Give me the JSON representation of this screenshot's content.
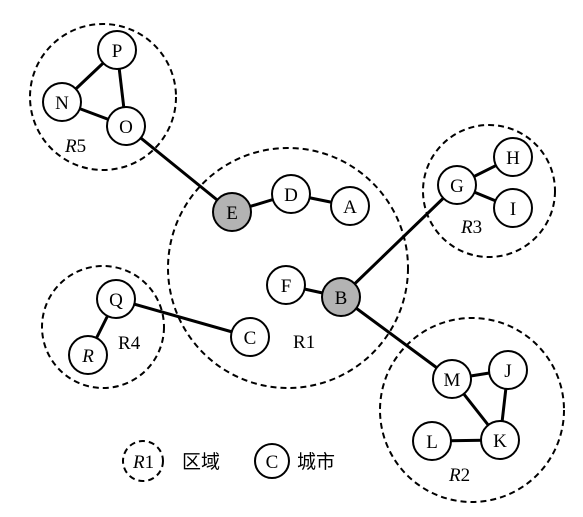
{
  "regions": [
    {
      "id": "R5",
      "prefix": "R",
      "num": "5"
    },
    {
      "id": "R1",
      "prefix": "R",
      "num": "1"
    },
    {
      "id": "R3",
      "prefix": "R",
      "num": "3"
    },
    {
      "id": "R4",
      "prefix": "R",
      "num": "4"
    },
    {
      "id": "R2",
      "prefix": "R",
      "num": "2"
    }
  ],
  "cities": [
    {
      "id": "P",
      "label": "P",
      "filled": false
    },
    {
      "id": "N",
      "label": "N",
      "filled": false
    },
    {
      "id": "O",
      "label": "O",
      "filled": false
    },
    {
      "id": "E",
      "label": "E",
      "filled": true
    },
    {
      "id": "D",
      "label": "D",
      "filled": false
    },
    {
      "id": "A",
      "label": "A",
      "filled": false
    },
    {
      "id": "F",
      "label": "F",
      "filled": false
    },
    {
      "id": "B",
      "label": "B",
      "filled": true
    },
    {
      "id": "G",
      "label": "G",
      "filled": false
    },
    {
      "id": "H",
      "label": "H",
      "filled": false
    },
    {
      "id": "I",
      "label": "I",
      "filled": false
    },
    {
      "id": "Q",
      "label": "Q",
      "filled": false
    },
    {
      "id": "R",
      "label": "R",
      "filled": false
    },
    {
      "id": "C",
      "label": "C",
      "filled": false
    },
    {
      "id": "M",
      "label": "M",
      "filled": false
    },
    {
      "id": "J",
      "label": "J",
      "filled": false
    },
    {
      "id": "K",
      "label": "K",
      "filled": false
    },
    {
      "id": "L",
      "label": "L",
      "filled": false
    }
  ],
  "edges": [
    [
      "P",
      "N"
    ],
    [
      "P",
      "O"
    ],
    [
      "N",
      "O"
    ],
    [
      "O",
      "E"
    ],
    [
      "E",
      "D"
    ],
    [
      "D",
      "A"
    ],
    [
      "F",
      "B"
    ],
    [
      "B",
      "G"
    ],
    [
      "G",
      "H"
    ],
    [
      "G",
      "I"
    ],
    [
      "B",
      "M"
    ],
    [
      "M",
      "J"
    ],
    [
      "J",
      "K"
    ],
    [
      "M",
      "K"
    ],
    [
      "L",
      "K"
    ],
    [
      "Q",
      "R"
    ],
    [
      "Q",
      "C"
    ]
  ],
  "legend": {
    "region_symbol_prefix": "R",
    "region_symbol_num": "1",
    "region_text": "区域",
    "city_symbol": "C",
    "city_text": "城市"
  },
  "colors": {
    "filled_node": "#b3b3b3",
    "empty_node": "#ffffff",
    "stroke": "#000000"
  }
}
